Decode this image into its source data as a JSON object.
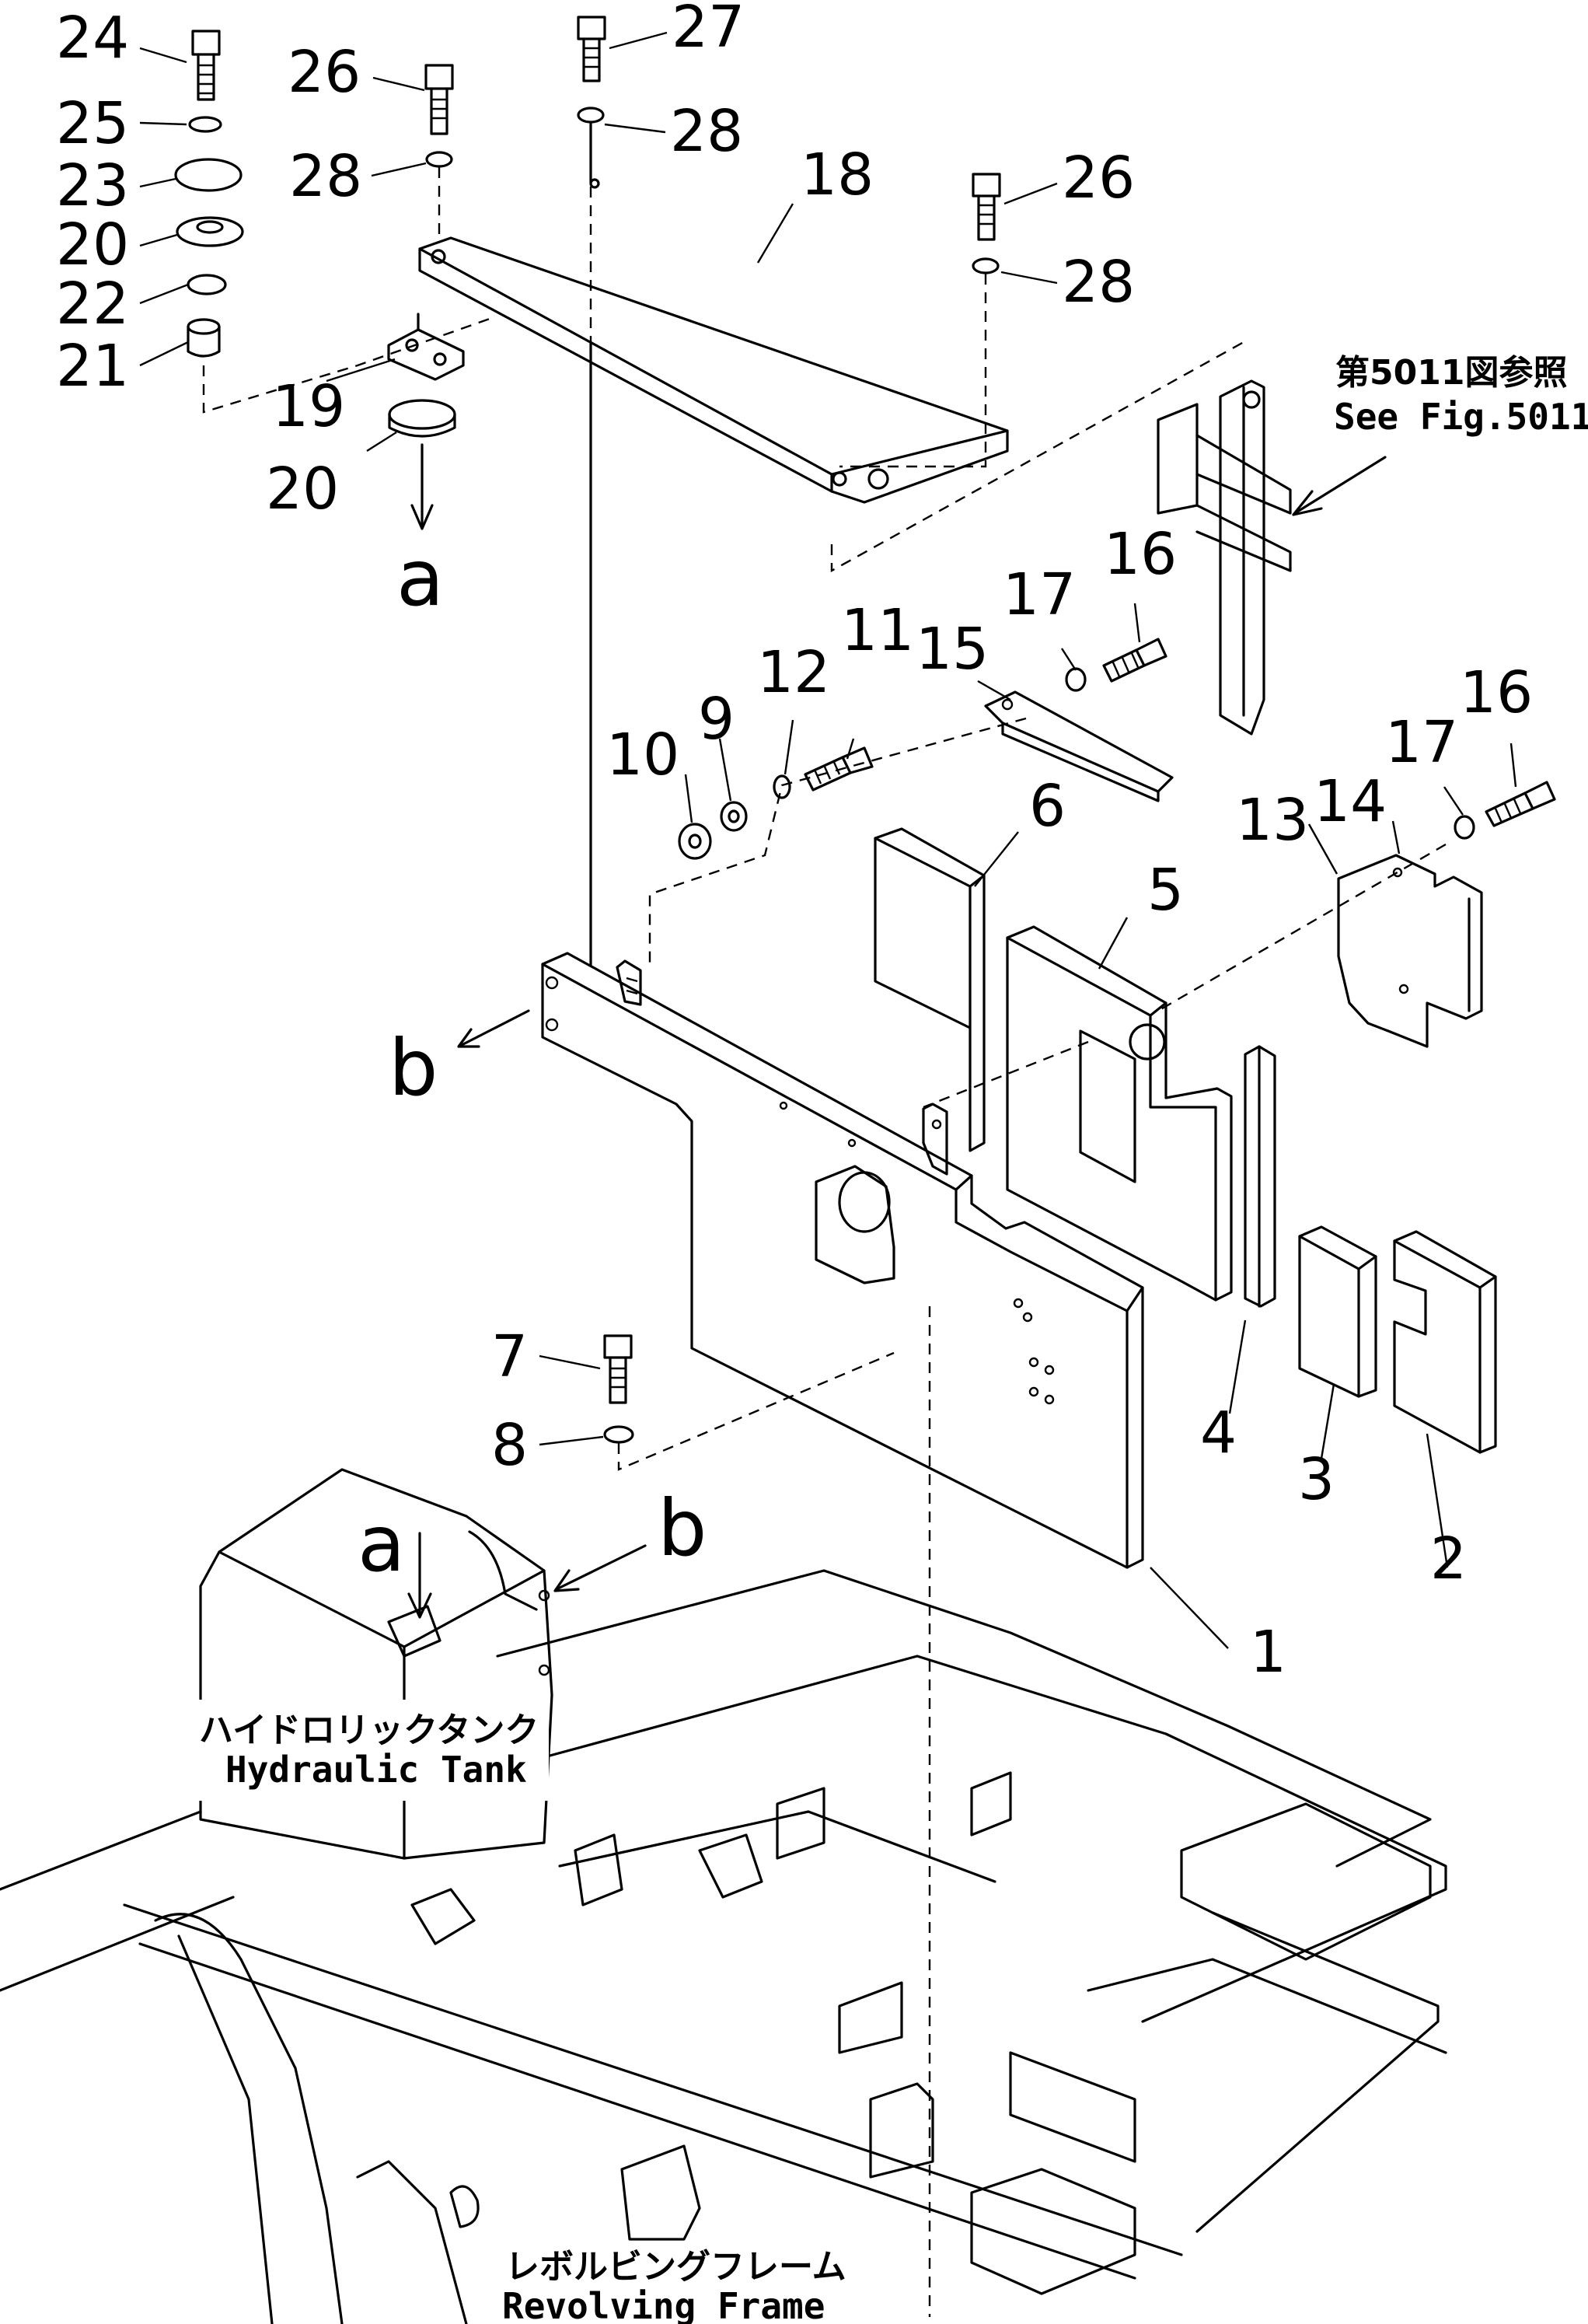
{
  "callouts": {
    "n1": "1",
    "n2": "2",
    "n3": "3",
    "n4": "4",
    "n5": "5",
    "n6": "6",
    "n7": "7",
    "n8": "8",
    "n9": "9",
    "n10": "10",
    "n11": "11",
    "n12": "12",
    "n13": "13",
    "n14": "14",
    "n15": "15",
    "n16a": "16",
    "n16b": "16",
    "n17a": "17",
    "n17b": "17",
    "n18": "18",
    "n19": "19",
    "n20a": "20",
    "n20b": "20",
    "n21": "21",
    "n22": "22",
    "n23": "23",
    "n24": "24",
    "n25": "25",
    "n26a": "26",
    "n26b": "26",
    "n27": "27",
    "n28a": "28",
    "n28b": "28",
    "n28c": "28"
  },
  "view_markers": {
    "a_top": "a",
    "b_left": "b",
    "a_tank": "a",
    "b_tank": "b"
  },
  "reference_note": {
    "jp": "第5011図参照",
    "en": "See Fig.5011"
  },
  "components": {
    "hydraulic_tank_jp": "ハイドロリックタンク",
    "hydraulic_tank_en": "Hydraulic Tank",
    "revolving_frame_jp": "レボルビングフレーム",
    "revolving_frame_en": "Revolving Frame"
  }
}
